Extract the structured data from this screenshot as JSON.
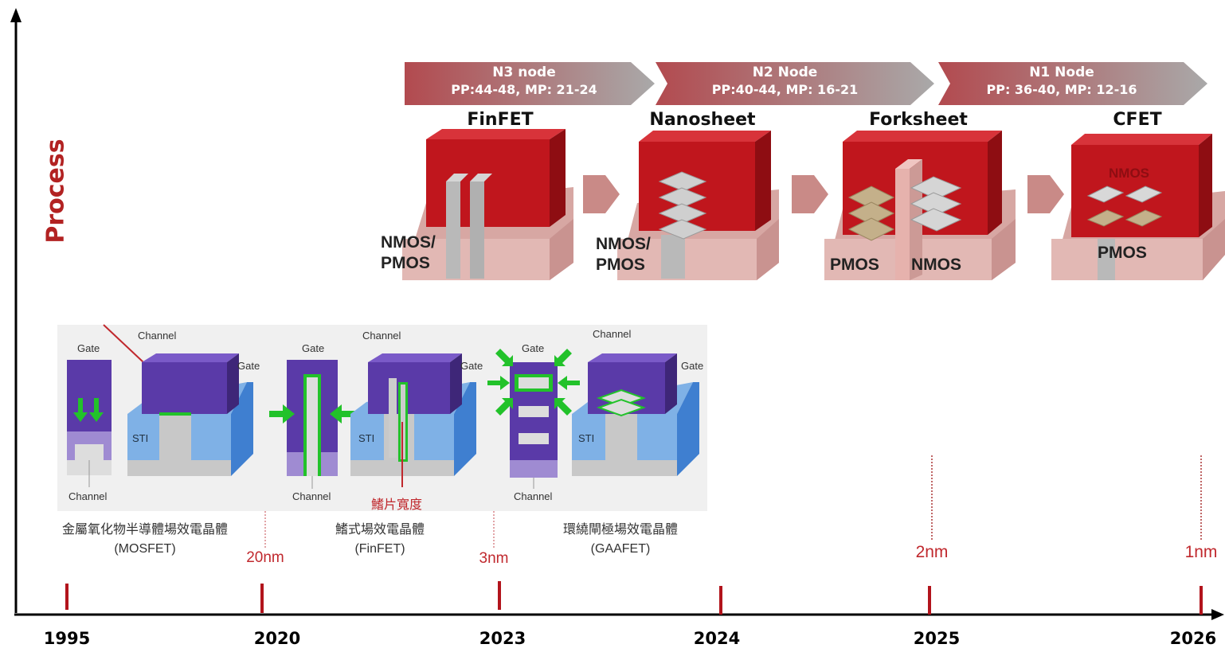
{
  "y_axis_label": "Process",
  "timeline": {
    "years": [
      "1995",
      "2020",
      "2023",
      "2024",
      "2025",
      "2026"
    ],
    "markers": [
      {
        "label": "20nm"
      },
      {
        "label": "3nm"
      },
      {
        "label": "2nm"
      },
      {
        "label": "1nm"
      }
    ]
  },
  "nodes": [
    {
      "name": "N3 node",
      "params": "PP:44-48, MP: 21-24"
    },
    {
      "name": "N2 Node",
      "params": "PP:40-44, MP: 16-21"
    },
    {
      "name": "N1 Node",
      "params": "PP: 36-40, MP: 12-16"
    }
  ],
  "devices": [
    {
      "title": "FinFET",
      "label_line1": "NMOS/",
      "label_line2": "PMOS"
    },
    {
      "title": "Nanosheet",
      "label_line1": "NMOS/",
      "label_line2": "PMOS"
    },
    {
      "title": "Forksheet",
      "label_left": "PMOS",
      "label_right": "NMOS"
    },
    {
      "title": "CFET",
      "label_top": "NMOS",
      "label_bottom": "PMOS"
    }
  ],
  "transistor_types": [
    {
      "caption_zh": "金屬氧化物半導體場效電晶體",
      "caption_en": "(MOSFET)"
    },
    {
      "caption_zh": "鰭式場效電晶體",
      "caption_en": "(FinFET)",
      "annotation": "鰭片寬度"
    },
    {
      "caption_zh": "環繞閘極場效電晶體",
      "caption_en": "(GAAFET)"
    }
  ],
  "panel_labels": {
    "gate": "Gate",
    "channel": "Channel",
    "sti": "STI"
  },
  "colors": {
    "gate_purple": "#5a3aa8",
    "red_block": "#c0161d",
    "substrate": "#d7a7a3",
    "chevron": "#b86a6c",
    "accent_red": "#c0282d"
  }
}
